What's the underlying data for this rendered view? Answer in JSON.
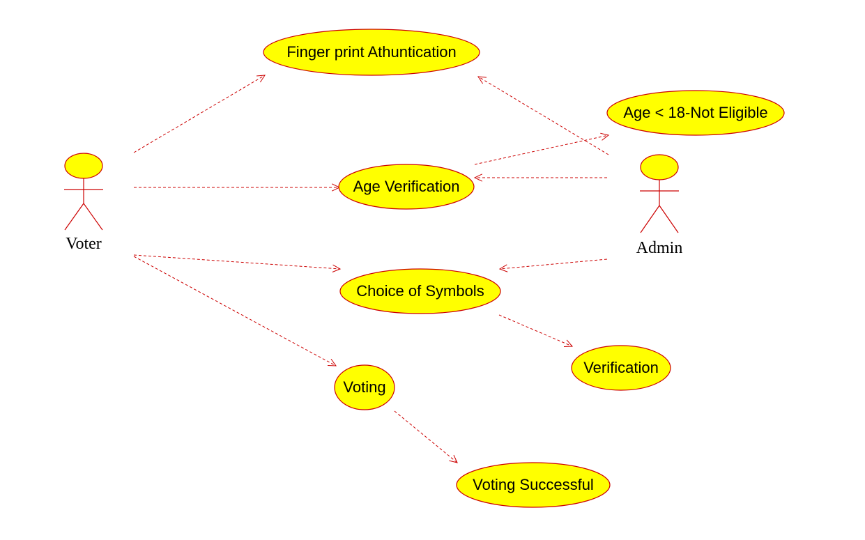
{
  "colors": {
    "usecase_fill": "#ffff00",
    "line": "#cc0000"
  },
  "actors": {
    "voter": {
      "label": "Voter"
    },
    "admin": {
      "label": "Admin"
    }
  },
  "usecases": {
    "fingerprint": {
      "label": "Finger print Athuntication"
    },
    "age_not_eligible": {
      "label": "Age < 18-Not Eligible"
    },
    "age_verification": {
      "label": "Age Verification"
    },
    "choice_of_symbols": {
      "label": "Choice of Symbols"
    },
    "verification": {
      "label": "Verification"
    },
    "voting": {
      "label": "Voting"
    },
    "voting_successful": {
      "label": "Voting Successful"
    }
  },
  "dependencies": [
    {
      "from": "voter",
      "to": "fingerprint"
    },
    {
      "from": "voter",
      "to": "age_verification"
    },
    {
      "from": "voter",
      "to": "choice_of_symbols"
    },
    {
      "from": "voter",
      "to": "voting"
    },
    {
      "from": "admin",
      "to": "fingerprint"
    },
    {
      "from": "admin",
      "to": "age_verification"
    },
    {
      "from": "admin",
      "to": "choice_of_symbols"
    },
    {
      "from": "age_verification",
      "to": "age_not_eligible"
    },
    {
      "from": "choice_of_symbols",
      "to": "verification"
    },
    {
      "from": "voting",
      "to": "voting_successful"
    }
  ]
}
